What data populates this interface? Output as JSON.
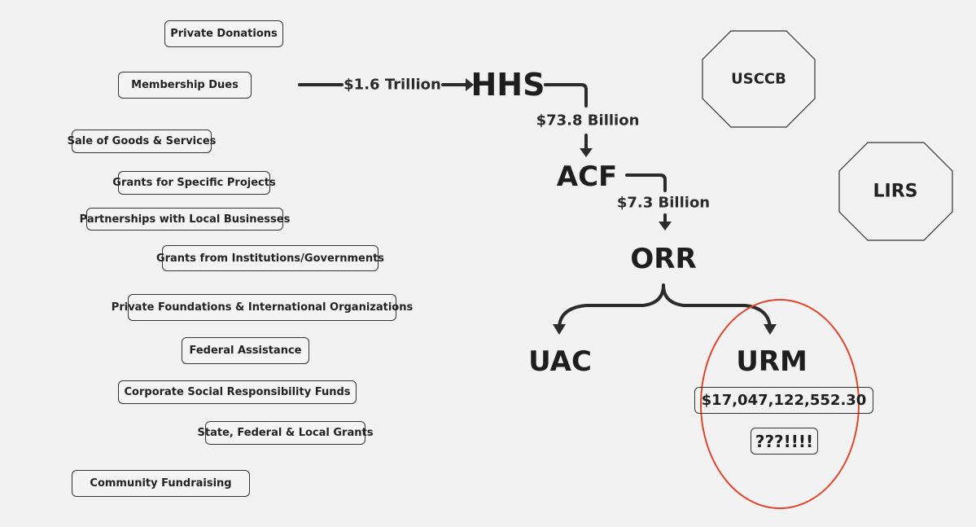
{
  "funding_sources": [
    "Private Donations",
    "Membership Dues",
    "Sale of Goods & Services",
    "Grants for Specific Projects",
    "Partnerships with Local Businesses",
    "Grants from Institutions/Governments",
    "Private Foundations & International Organizations",
    "Federal Assistance",
    "Corporate Social Responsibility Funds",
    "State, Federal & Local Grants",
    "Community Fundraising"
  ],
  "flow": {
    "amount_to_hhs": "$1.6 Trillion",
    "hhs": "HHS",
    "amount_to_acf": "$73.8 Billion",
    "acf": "ACF",
    "amount_to_orr": "$7.3 Billion",
    "orr": "ORR",
    "uac": "UAC",
    "urm": "URM",
    "urm_amount": "$17,047,122,552.30",
    "urm_note": "???!!!!"
  },
  "organizations": [
    "USCCB",
    "LIRS"
  ],
  "colors": {
    "line": "#2b2b2b",
    "highlight": "#e0452a",
    "background": "#f2f2f2"
  }
}
